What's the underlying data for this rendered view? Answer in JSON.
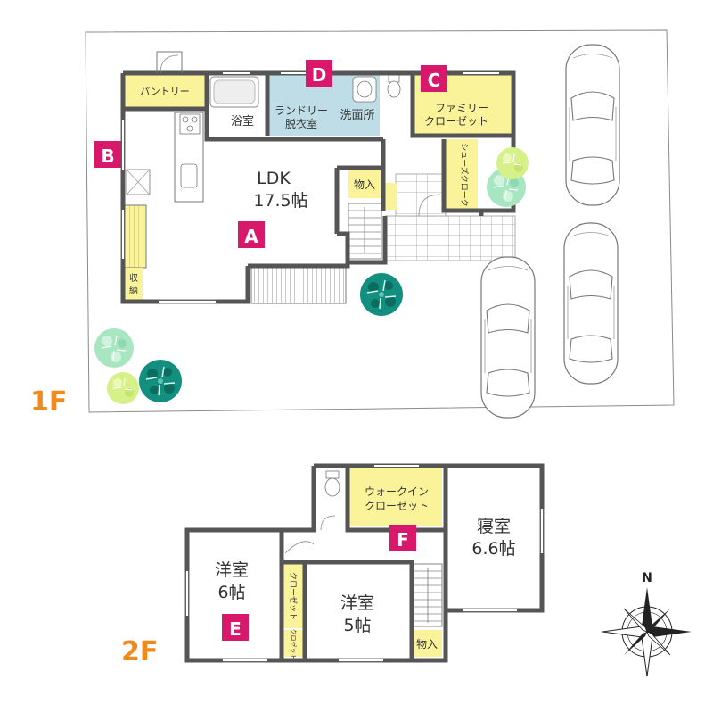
{
  "floors": {
    "first": {
      "tag": "1F",
      "rooms": {
        "ldk": "LDK",
        "ldk_size": "17.5帖",
        "pantry": "パントリー",
        "bath": "浴室",
        "laundry_1": "ランドリー",
        "laundry_2": "脱衣室",
        "washroom": "洗面所",
        "family_closet_1": "ファミリー",
        "family_closet_2": "クローゼット",
        "storage": "物入",
        "storage_small_1": "収",
        "storage_small_2": "納",
        "shoe_cloak": "シューズクローク"
      },
      "badges": {
        "a": "A",
        "b": "B",
        "c": "C",
        "d": "D"
      }
    },
    "second": {
      "tag": "2F",
      "rooms": {
        "wic_1": "ウォークイン",
        "wic_2": "クローゼット",
        "bedroom": "寝室",
        "bedroom_size": "6.6帖",
        "western_a": "洋室",
        "western_a_size": "6帖",
        "western_b": "洋室",
        "western_b_size": "5帖",
        "closet": "クローゼット",
        "closet_small": "クロゼット",
        "storage": "物入"
      },
      "badges": {
        "e": "E",
        "f": "F"
      }
    }
  },
  "compass": {
    "north": "N"
  },
  "colors": {
    "badge": "#d8196b",
    "closet_fill": "#fbf39a",
    "water_fill": "#bfdde6",
    "wall": "#555555",
    "floor_tag": "#f08a1c",
    "tree_dark": "#138f7f",
    "tree_light": "#a8e6c2",
    "tree_yellow": "#d6f08a"
  },
  "icons": [
    "car-icon",
    "tree-icon",
    "toilet-icon",
    "bathtub-icon",
    "stove-icon",
    "sink-icon",
    "compass-icon",
    "stairs-icon"
  ]
}
